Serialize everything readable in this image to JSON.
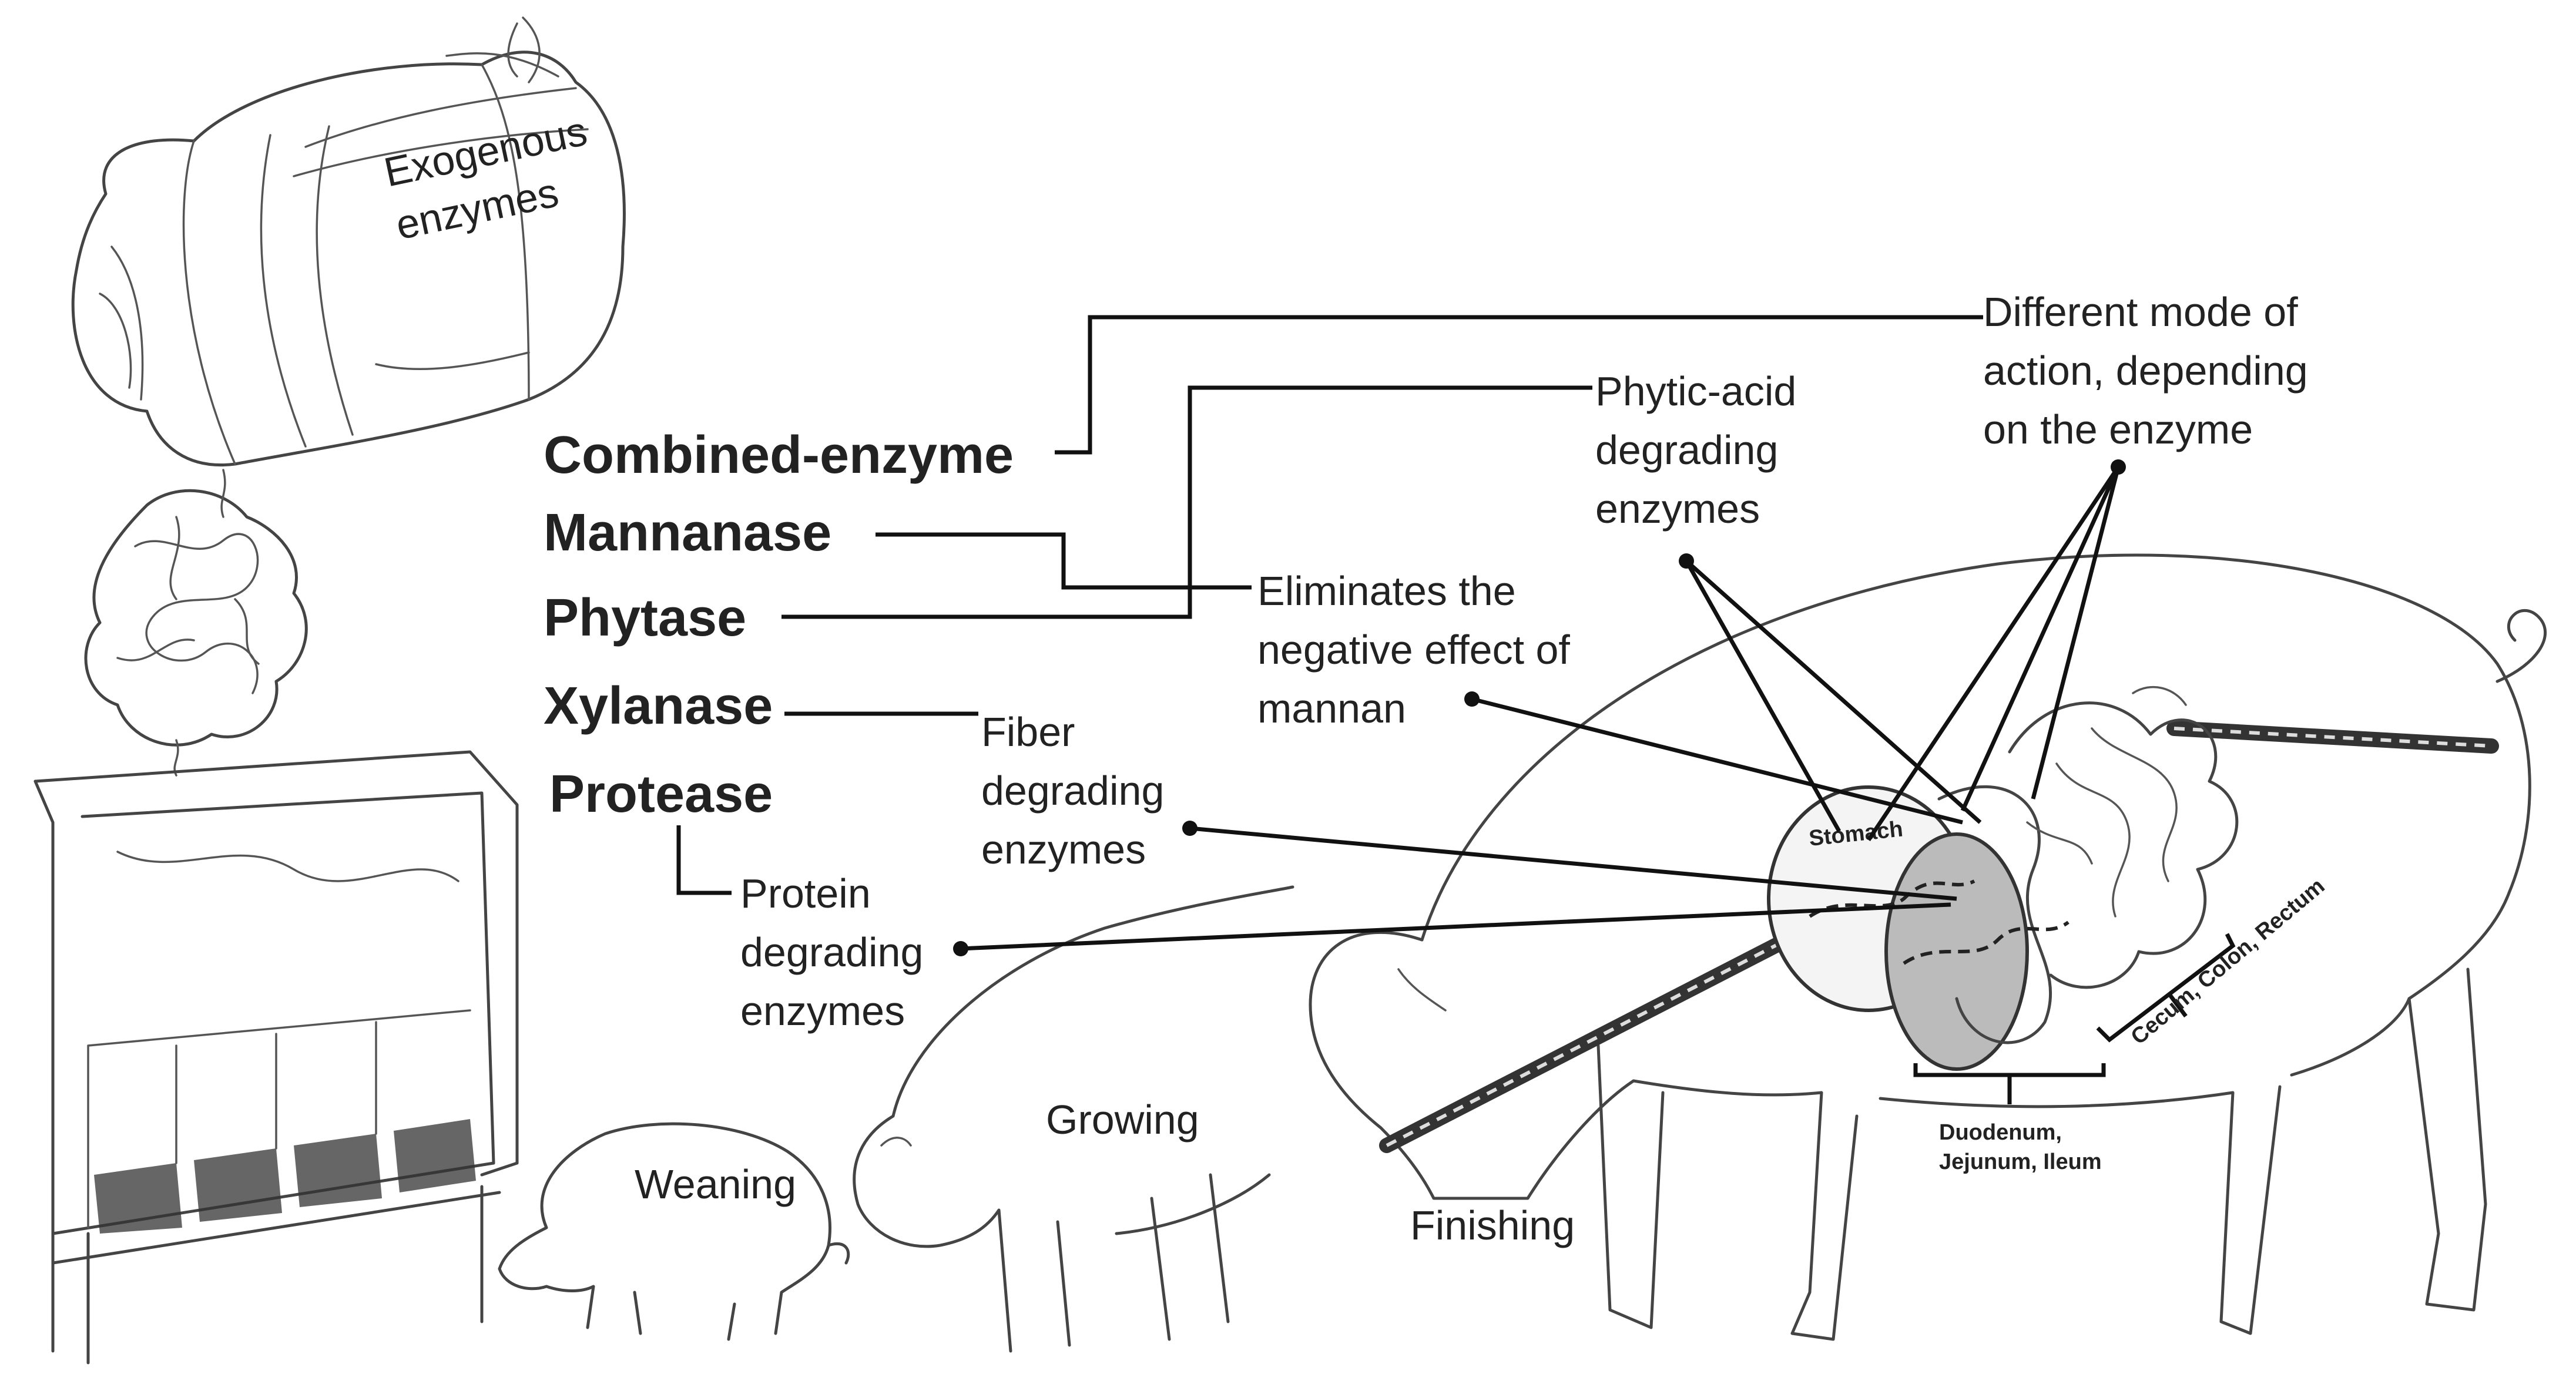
{
  "bag_label": [
    "Exogenous",
    "enzymes"
  ],
  "enzymes": [
    "Combined-enzyme",
    "Mannanase",
    "Phytase",
    "Xylanase",
    "Protease"
  ],
  "annotations": {
    "mode_of_action": [
      "Different mode of",
      "action, depending",
      "on the enzyme"
    ],
    "phytic": [
      "Phytic-acid",
      "degrading",
      "enzymes"
    ],
    "mannan": [
      "Eliminates the",
      "negative effect of",
      "mannan"
    ],
    "fiber": [
      "Fiber",
      "degrading",
      "enzymes"
    ],
    "protein": [
      "Protein",
      "degrading",
      "enzymes"
    ]
  },
  "stages": [
    "Weaning",
    "Growing",
    "Finishing"
  ],
  "gut_labels": {
    "stomach": "Stomach",
    "cecum": "Cecum, Colon, Rectum",
    "small_intestine": [
      "Duodenum,",
      "Jejunum, Ileum"
    ]
  }
}
